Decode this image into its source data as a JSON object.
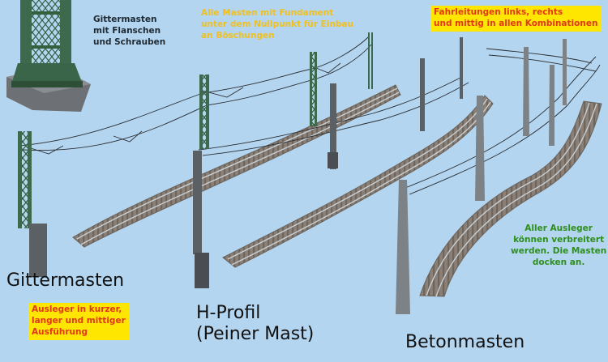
{
  "labels": {
    "gitter_note": "Gittermasten\nmit Flanschen\nund Schrauben",
    "fundament_note": "Alle Masten mit Fundament\nunter dem Nullpunkt für Einbau\nan Böschungen",
    "fahrleitung_note": "Fahrleitungen links, rechts\nund mittig in allen Kombinationen",
    "ausleger_verbreitert_note": "Aller Ausleger\nkönnen verbreitert\nwerden. Die Masten\ndocken an.",
    "ausleger_note": "Ausleger in kurzer,\nlanger und mittiger\nAusführung",
    "gittermasten_title": "Gittermasten",
    "hprofil_title": "H-Profil\n(Peiner Mast)",
    "betonmasten_title": "Betonmasten"
  },
  "colors": {
    "sky": "#b3d5f0",
    "lattice_green": "#3d6a4c",
    "steel_grey": "#5b6064",
    "concrete_grey": "#7d8286",
    "ballast": "#8a8077",
    "rail": "#c9cfd3",
    "wire": "#2a2e33",
    "label_yellow_bg": "#ffe600",
    "label_red_text": "#e0381a",
    "label_green_text": "#2f8f1d",
    "label_yellow_text": "#f0c020"
  }
}
